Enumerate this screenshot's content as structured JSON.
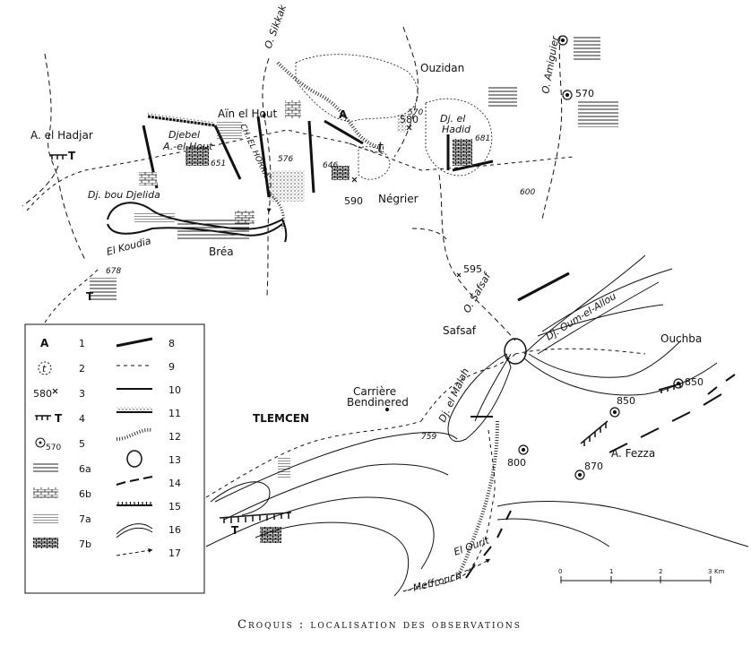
{
  "caption": "Croquis : localisation des observations",
  "places": {
    "ouzidan": "Ouzidan",
    "ain_el_hout": "Aïn el Hout",
    "a_el_hadjar": "A. el Hadjar",
    "djebel_a_el_hout_1": "Djebel",
    "djebel_a_el_hout_2": "A.-el-Hout",
    "dj_el_hadid_1": "Dj. el",
    "dj_el_hadid_2": "Hadid",
    "dj_bou_djelida": "Dj. bou Djelida",
    "el_koudia": "El Koudia",
    "brea": "Bréa",
    "negrier": "Négrier",
    "safsaf": "Safsaf",
    "ouchba": "Ouchba",
    "dj_oum_el_allou": "Dj. Oum-el-Allou",
    "carriere_1": "Carrière",
    "carriere_2": "Bendinered",
    "tlemcen": "TLEMCEN",
    "dj_el_malah": "Dj. el Malah",
    "a_fezza": "A. Fezza",
    "el_ourit": "El Ourit",
    "meffrouch": "Meffrouch"
  },
  "rivers": {
    "o_sikkak": "O. Sikkak",
    "o_amiguier": "O. Amiguier",
    "o_safsaf": "O. Safsaf",
    "chaabet_horra": "CH. EL HORRA"
  },
  "spot_heights": {
    "h580": "580",
    "h570": "570",
    "h570b": "570",
    "h590": "590",
    "h595": "595",
    "h600": "600",
    "h651": "651",
    "h576": "576",
    "h646": "646",
    "h681": "681",
    "h678": "678",
    "h759": "759",
    "h800": "800",
    "h850a": "850",
    "h850b": "850",
    "h870": "870"
  },
  "map_marks": {
    "site_a": "A",
    "site_t": "t",
    "travertine_t1": "T",
    "travertine_t2": "T",
    "travertine_t3": "T"
  },
  "legend": {
    "left": [
      {
        "symbol": "A",
        "number": "1"
      },
      {
        "symbol": "t-circle",
        "number": "2"
      },
      {
        "symbol": "580×",
        "number": "3"
      },
      {
        "symbol": "TTT T",
        "number": "4"
      },
      {
        "symbol": "circled-dot 570",
        "number": "5"
      },
      {
        "symbol": "hatch-horizontal",
        "number": "6a"
      },
      {
        "symbol": "brick-pattern",
        "number": "6b"
      },
      {
        "symbol": "hatch-fine",
        "number": "7a"
      },
      {
        "symbol": "brick-dense",
        "number": "7b"
      }
    ],
    "right": [
      {
        "symbol": "double-bar",
        "number": "8"
      },
      {
        "symbol": "dashed-line",
        "number": "9"
      },
      {
        "symbol": "solid-line",
        "number": "10"
      },
      {
        "symbol": "dotted-band",
        "number": "11"
      },
      {
        "symbol": "dotted-curve",
        "number": "12"
      },
      {
        "symbol": "scarp-circle",
        "number": "13"
      },
      {
        "symbol": "broken-ticks",
        "number": "14"
      },
      {
        "symbol": "toothed-line",
        "number": "15"
      },
      {
        "symbol": "contour-lines",
        "number": "16"
      },
      {
        "symbol": "dash-arrow",
        "number": "17"
      }
    ],
    "label_580": "580",
    "label_570": "570"
  },
  "scale": {
    "ticks": [
      "0",
      "1",
      "2",
      "3"
    ],
    "unit": "Km"
  }
}
